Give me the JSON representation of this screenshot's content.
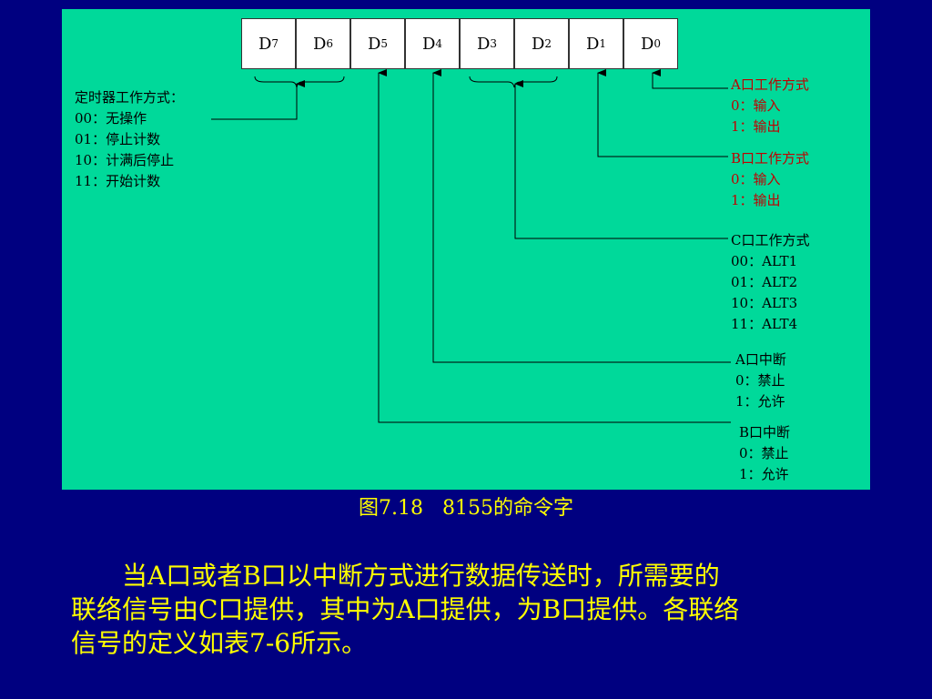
{
  "bits": [
    "7",
    "6",
    "5",
    "4",
    "3",
    "2",
    "1",
    "0"
  ],
  "bit_letter": "D",
  "timer": [
    "定时器工作方式：",
    "00：无操作",
    "01：停止计数",
    "10：计满后停止",
    "11：开始计数"
  ],
  "port_a_mode": [
    "A口工作方式",
    "0：输入",
    "1：输出"
  ],
  "port_b_mode": [
    "B口工作方式",
    "0：输入",
    "1：输出"
  ],
  "port_c_mode": [
    "C口工作方式",
    "00：ALT1",
    "01：ALT2",
    "10：ALT3",
    "11：ALT4"
  ],
  "port_a_int": [
    "A口中断",
    "0：禁止",
    "1：允许"
  ],
  "port_b_int": [
    "B口中断",
    "0：禁止",
    "1：允许"
  ],
  "caption": "图7.18   8155的命令字",
  "paragraph": [
    "　　当A口或者B口以中断方式进行数据传送时，所需要的",
    "联络信号由C口提供，其中为A口提供，为B口提供。各联络",
    "信号的定义如表7-6所示。"
  ],
  "colors": {
    "background": "#000080",
    "panel": "#00D99A",
    "highlight_text": "#FFFF00",
    "red_text": "#C00000"
  }
}
